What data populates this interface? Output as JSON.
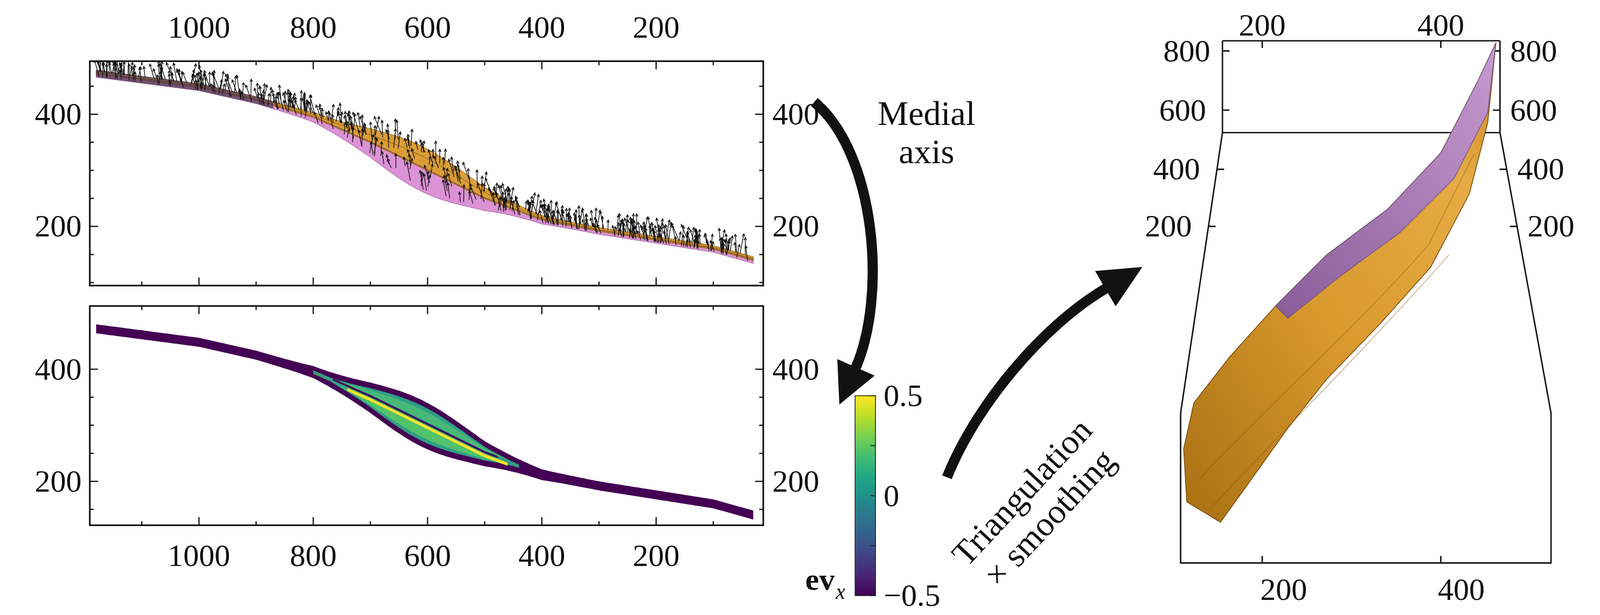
{
  "diagram": {
    "labels": [
      "1000",
      "800",
      "600",
      "400",
      "200",
      "400",
      "200",
      "400",
      "200",
      "Medial axis",
      "400",
      "200",
      "400",
      "200",
      "1000",
      "800",
      "600",
      "400",
      "200",
      "0.5",
      "0",
      "−0.5",
      "ev",
      "x",
      "Triangulation × smoothing",
      "200",
      "400",
      "800",
      "600",
      "400",
      "200",
      "800",
      "600",
      "400",
      "200",
      "200",
      "400"
    ]
  }
}
